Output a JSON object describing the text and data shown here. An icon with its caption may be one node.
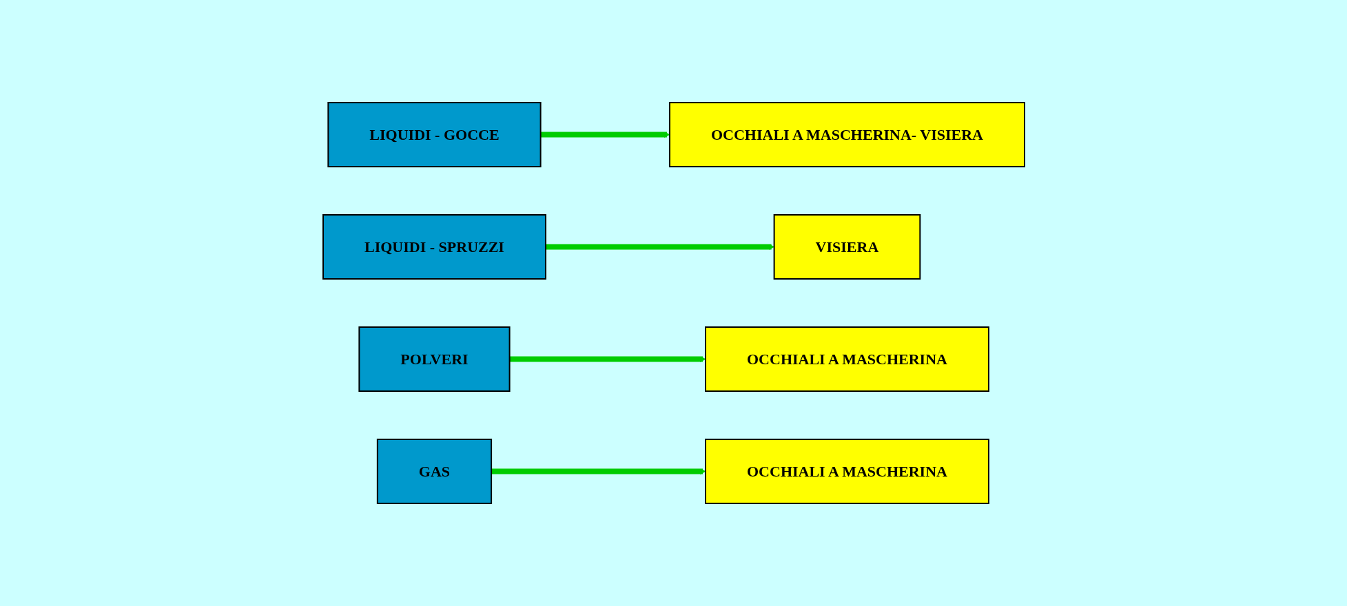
{
  "diagram": {
    "nodes": [
      {
        "text": [
          "LIQUIDI - GOCCE"
        ]
      },
      {
        "text": [
          "OCCHIALI A MASCHERINA- VISIERA"
        ]
      },
      {
        "text": [
          "LIQUIDI - SPRUZZI"
        ]
      },
      {
        "text": [
          "VISIERA"
        ]
      },
      {
        "text": [
          "POLVERI"
        ]
      },
      {
        "text": [
          "OCCHIALI A MASCHERINA"
        ]
      },
      {
        "text": [
          "GAS"
        ]
      },
      {
        "text": [
          "OCCHIALI A MASCHERINA"
        ]
      }
    ],
    "edges": [
      {
        "from": 0,
        "to": 1,
        "arrow": "to"
      },
      {
        "from": 2,
        "to": 3,
        "arrow": "to"
      },
      {
        "from": 4,
        "to": 5,
        "arrow": "to"
      },
      {
        "from": 6,
        "to": 7,
        "arrow": "to"
      }
    ]
  }
}
